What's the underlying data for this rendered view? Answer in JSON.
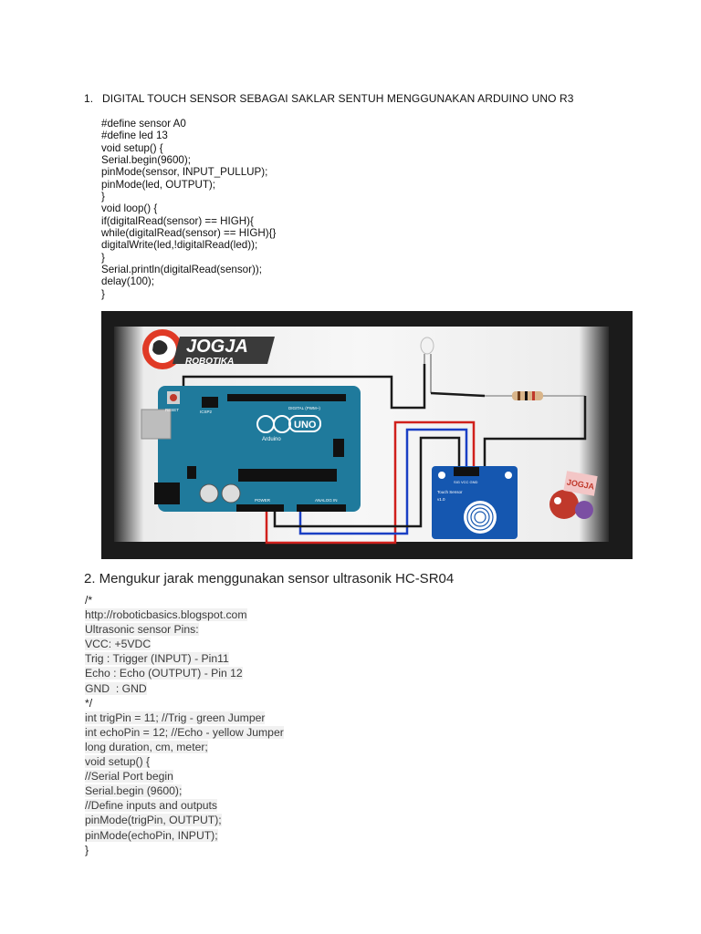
{
  "section1": {
    "number": "1.",
    "title": "DIGITAL TOUCH SENSOR SEBAGAI SAKLAR SENTUH MENGGUNAKAN ARDUINO UNO R3",
    "code_lines": [
      "#define sensor A0",
      "#define led 13",
      "void setup() {",
      "Serial.begin(9600);",
      "pinMode(sensor, INPUT_PULLUP);",
      "pinMode(led, OUTPUT);",
      "}",
      "void loop() {",
      "if(digitalRead(sensor) == HIGH){",
      "while(digitalRead(sensor) == HIGH){}",
      "digitalWrite(led,!digitalRead(led));",
      "}",
      "Serial.println(digitalRead(sensor));",
      "delay(100);",
      "}"
    ]
  },
  "figure": {
    "logo_line1": "JOGJA",
    "logo_line2": "ROBOTIKA",
    "board_uno": "UNO",
    "board_arduino": "Arduino",
    "board_reset": "RESET",
    "board_icsp": "ICSP2",
    "board_digital": "DIGITAL (PWM~)",
    "board_power": "POWER",
    "board_analog": "ANALOG IN",
    "sensor_label": "Touch Sensor",
    "sensor_version": "v1.0",
    "sensor_pins": "SIG VCC GND",
    "mascot_text": "JOGJA"
  },
  "section2": {
    "title": "2. Mengukur jarak menggunakan sensor ultrasonik HC-SR04",
    "code_lines": [
      "/*",
      "http://roboticbasics.blogspot.com",
      "Ultrasonic sensor Pins:",
      "VCC: +5VDC",
      "Trig : Trigger (INPUT) - Pin11",
      "Echo : Echo (OUTPUT) - Pin 12",
      "GND  : GND",
      "*/",
      "int trigPin = 11; //Trig - green Jumper",
      "int echoPin = 12; //Echo - yellow Jumper",
      "long duration, cm, meter;",
      "void setup() {",
      "//Serial Port begin",
      "Serial.begin (9600);",
      "//Define inputs and outputs",
      "pinMode(trigPin, OUTPUT);",
      "pinMode(echoPin, INPUT);",
      "}"
    ]
  },
  "colors": {
    "board": "#1f7a9c",
    "sensor": "#1557b0",
    "wire_red": "#d0201c",
    "wire_blue": "#1a3fc4",
    "wire_black": "#1a1a1a"
  }
}
